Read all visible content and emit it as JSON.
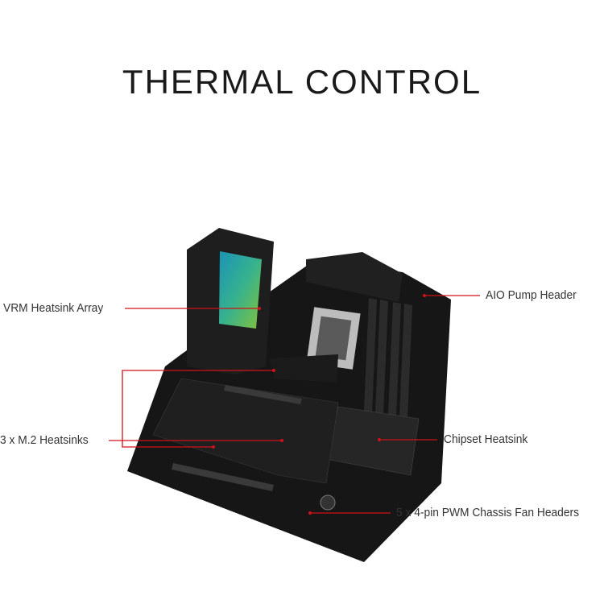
{
  "title": "THERMAL CONTROL",
  "callouts": {
    "vrm": "VRM Heatsink Array",
    "aio": "AIO Pump Header",
    "m2": "3 x M.2 Heatsinks",
    "chipset": "Chipset Heatsink",
    "fan": "5 x 4-pin PWM Chassis Fan Headers"
  },
  "colors": {
    "callout_line": "#d0121b",
    "board": "#151515",
    "heatsink": "#222222",
    "vrm_accent": "#2fb59a"
  }
}
